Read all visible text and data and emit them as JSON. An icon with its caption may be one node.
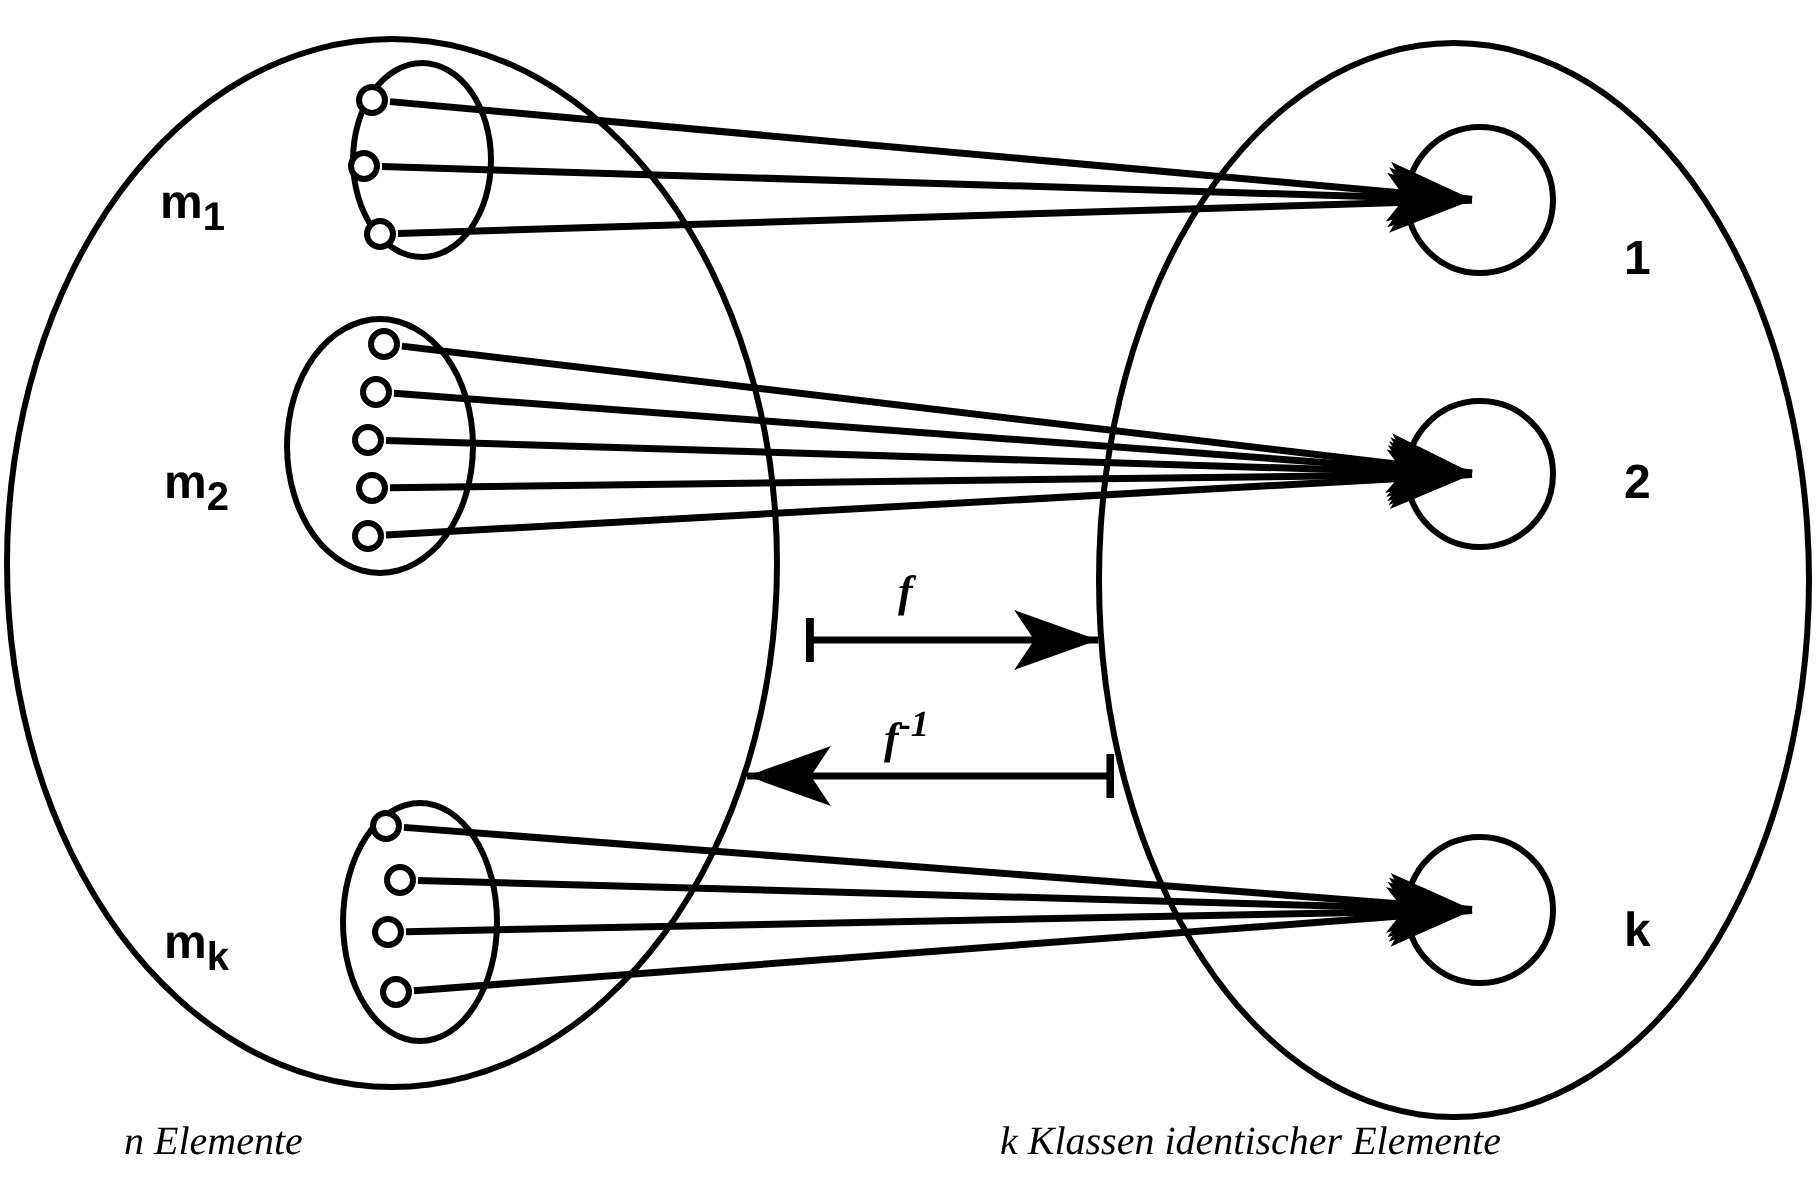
{
  "diagram": {
    "nodes": [
      {
        "text": [],
        "shape": "ellipse",
        "beside": [
          "n Elemente"
        ]
      },
      {
        "text": [],
        "shape": "ellipse",
        "in": 0,
        "beside": [
          "m$_{1}$"
        ]
      },
      {
        "text": [],
        "shape": "circle",
        "in": 1
      },
      {
        "text": [],
        "shape": "circle",
        "in": 1
      },
      {
        "text": [],
        "shape": "circle",
        "in": 1
      },
      {
        "text": [],
        "shape": "ellipse",
        "in": 0,
        "beside": [
          "m$_{2}$"
        ]
      },
      {
        "text": [],
        "shape": "circle",
        "in": 5
      },
      {
        "text": [],
        "shape": "circle",
        "in": 5
      },
      {
        "text": [],
        "shape": "circle",
        "in": 5
      },
      {
        "text": [],
        "shape": "circle",
        "in": 5
      },
      {
        "text": [],
        "shape": "circle",
        "in": 5
      },
      {
        "text": [],
        "shape": "ellipse",
        "in": 0,
        "beside": [
          "m$_{k}$"
        ]
      },
      {
        "text": [],
        "shape": "circle",
        "in": 11
      },
      {
        "text": [],
        "shape": "circle",
        "in": 11
      },
      {
        "text": [],
        "shape": "circle",
        "in": 11
      },
      {
        "text": [],
        "shape": "circle",
        "in": 11
      },
      {
        "text": [],
        "shape": "ellipse",
        "beside": [
          "k Klassen identischer Elemente"
        ]
      },
      {
        "text": [],
        "shape": "circle",
        "in": 16,
        "beside": [
          "1"
        ]
      },
      {
        "text": [],
        "shape": "circle",
        "in": 16,
        "beside": [
          "2"
        ]
      },
      {
        "text": [],
        "shape": "circle",
        "in": 16,
        "beside": [
          "k"
        ]
      }
    ],
    "edges": [
      {
        "from": 2,
        "to": 17,
        "arrow": "to"
      },
      {
        "from": 3,
        "to": 17,
        "arrow": "to"
      },
      {
        "from": 4,
        "to": 17,
        "arrow": "to"
      },
      {
        "from": 6,
        "to": 18,
        "arrow": "to"
      },
      {
        "from": 7,
        "to": 18,
        "arrow": "to"
      },
      {
        "from": 8,
        "to": 18,
        "arrow": "to"
      },
      {
        "from": 9,
        "to": 18,
        "arrow": "to"
      },
      {
        "from": 10,
        "to": 18,
        "arrow": "to"
      },
      {
        "from": 12,
        "to": 19,
        "arrow": "to"
      },
      {
        "from": 13,
        "to": 19,
        "arrow": "to"
      },
      {
        "from": 14,
        "to": 19,
        "arrow": "to"
      },
      {
        "from": 15,
        "to": 19,
        "arrow": "to"
      },
      {
        "from": 0,
        "to": 16,
        "arrow": "to",
        "label": "f"
      },
      {
        "from": 16,
        "to": 0,
        "arrow": "to",
        "label": "f$^{-1}$"
      }
    ]
  }
}
